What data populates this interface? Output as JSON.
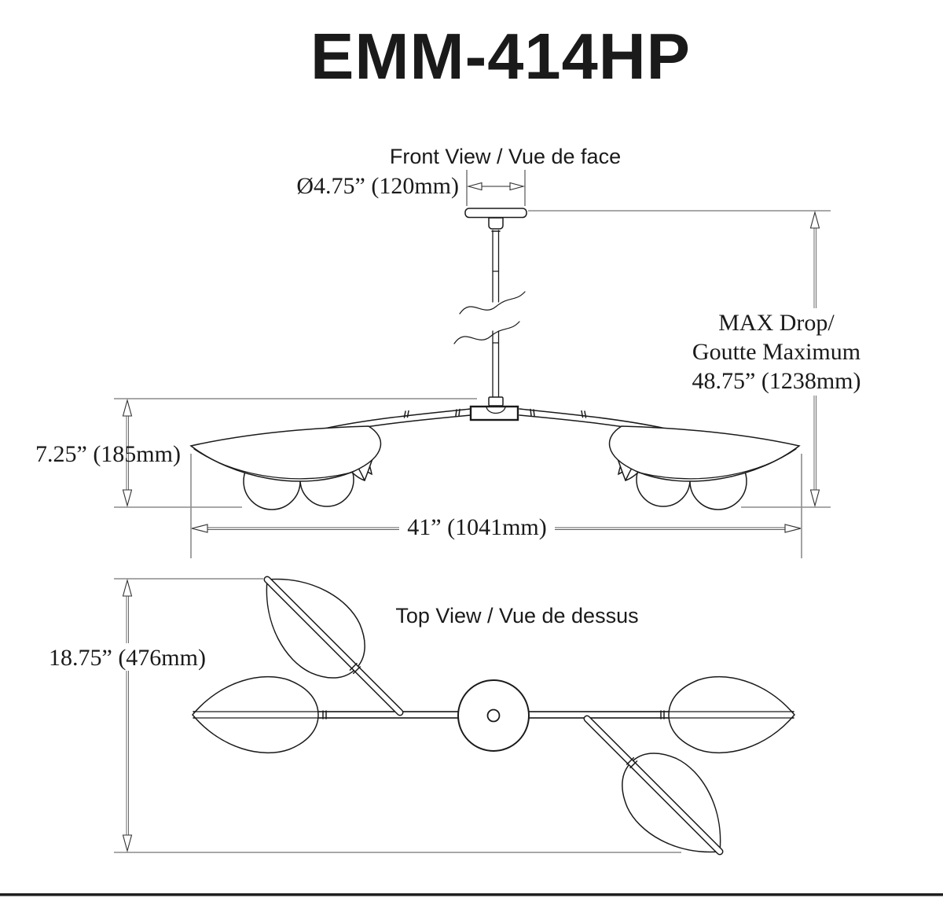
{
  "title": "EMM-414HP",
  "front_view": {
    "label": "Front View / Vue de face",
    "canopy_diameter": "Ø4.75” (120mm)",
    "fixture_height": "7.25” (185mm)",
    "fixture_width": "41” (1041mm)",
    "max_drop_line1": "MAX Drop/",
    "max_drop_line2": "Goutte Maximum",
    "max_drop_line3": "48.75” (1238mm)"
  },
  "top_view": {
    "label": "Top View / Vue de dessus",
    "fixture_depth": "18.75” (476mm)"
  },
  "colors": {
    "line": "#1a1a1a",
    "extension_line": "#8c8c8c",
    "dimension_line": "#5a5a5a",
    "background": "#ffffff"
  }
}
